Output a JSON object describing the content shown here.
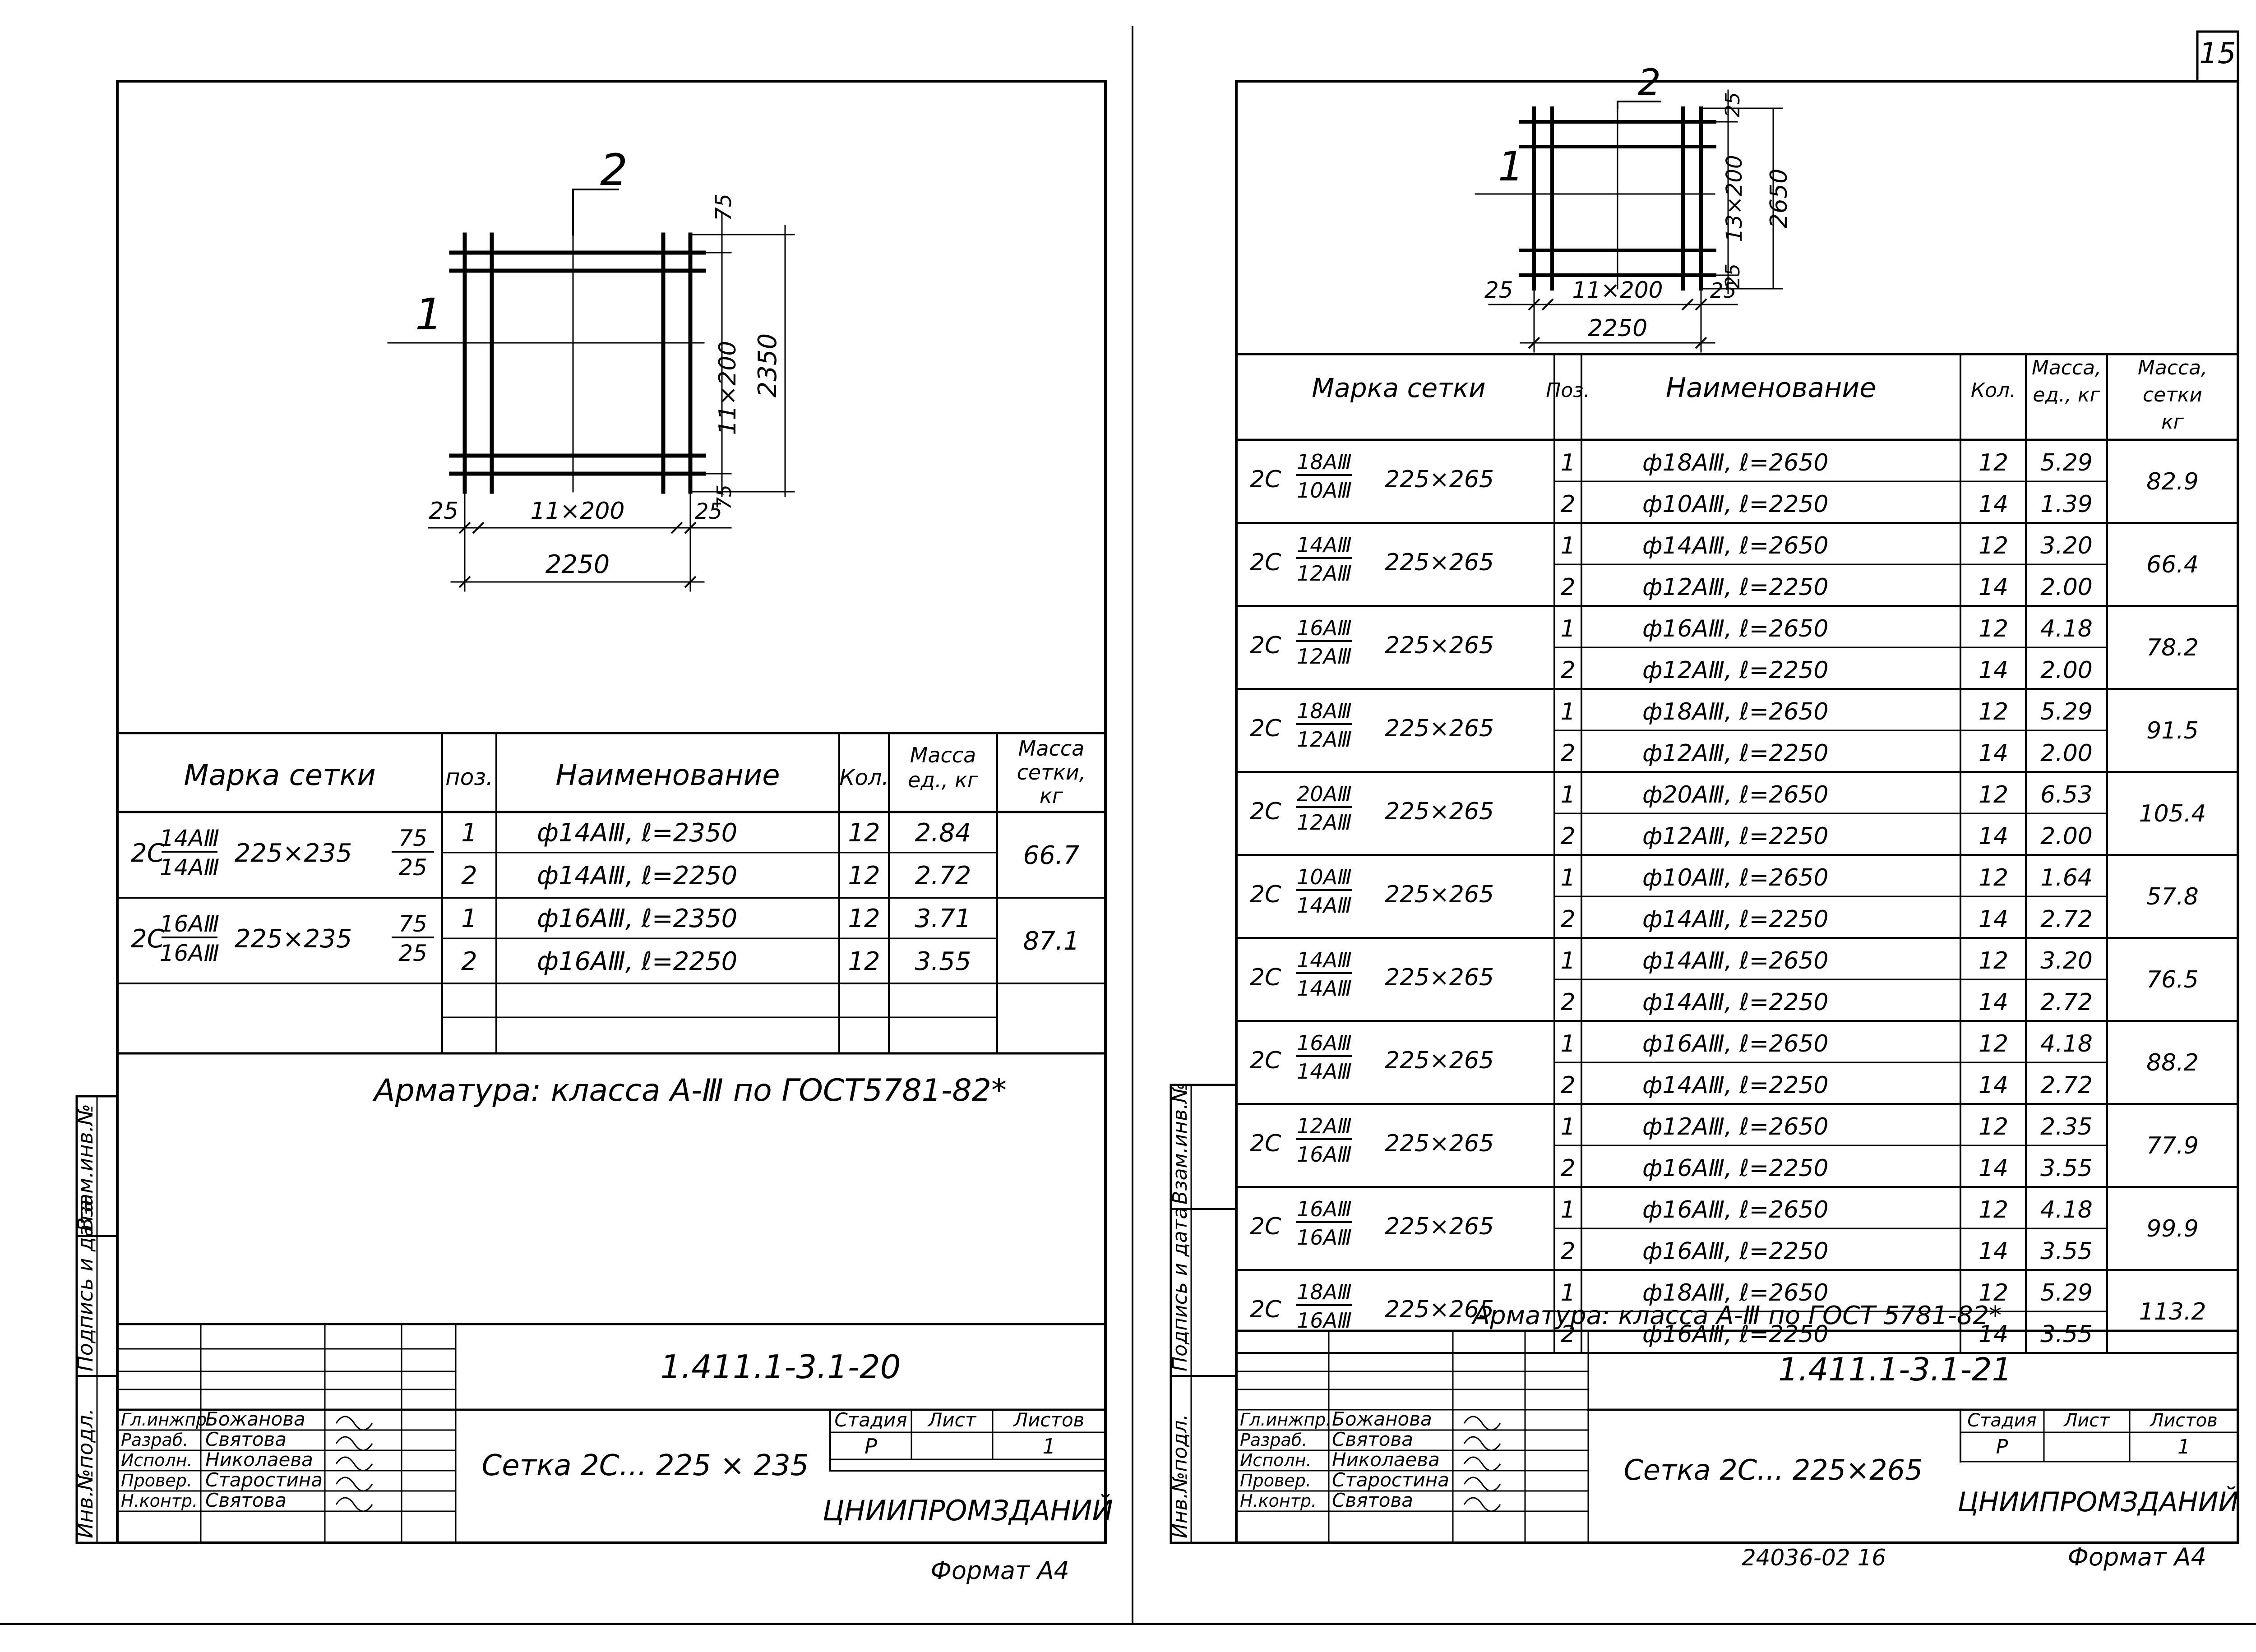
{
  "page_number": "15",
  "left": {
    "diagram": {
      "pos1": "1",
      "pos2": "2",
      "dim_top": "75",
      "dim_spacing_v": "11×200",
      "dim_total_v": "2350",
      "dim_bottom": "75",
      "dim_left": "25",
      "dim_spacing_h": "11×200",
      "dim_right": "25",
      "dim_total_h": "2250"
    },
    "headers": {
      "mark": "Марка сетки",
      "pos": "поз.",
      "name": "Наименование",
      "qty": "Кол.",
      "mass_unit": [
        "Масса",
        "ед., кг"
      ],
      "mass_total": [
        "Масса",
        "сетки,",
        "кг"
      ]
    },
    "rows": [
      {
        "prefix": "2С",
        "top": "14АⅢ",
        "bottom": "14АⅢ",
        "size": "225×235",
        "frac_top": "75",
        "frac_bottom": "25",
        "mass": "66.7",
        "items": [
          {
            "pos": "1",
            "name": "ф14АⅢ, ℓ=2350",
            "qty": "12",
            "unit": "2.84"
          },
          {
            "pos": "2",
            "name": "ф14АⅢ, ℓ=2250",
            "qty": "12",
            "unit": "2.72"
          }
        ]
      },
      {
        "prefix": "2С",
        "top": "16АⅢ",
        "bottom": "16АⅢ",
        "size": "225×235",
        "frac_top": "75",
        "frac_bottom": "25",
        "mass": "87.1",
        "items": [
          {
            "pos": "1",
            "name": "ф16АⅢ, ℓ=2350",
            "qty": "12",
            "unit": "3.71"
          },
          {
            "pos": "2",
            "name": "ф16АⅢ, ℓ=2250",
            "qty": "12",
            "unit": "3.55"
          }
        ]
      }
    ],
    "note": "Арматура: класса А-Ⅲ по ГОСТ5781-82*",
    "code": "1.411.1-3.1-20",
    "title": "Сетка 2С... 225 × 235",
    "sheet": {
      "stage_label": "Стадия",
      "sheet_label": "Лист",
      "sheets_label": "Листов",
      "stage": "Р",
      "sheet": "",
      "sheets": "1"
    },
    "org": "ЦНИИПРОМЗДАНИЙ",
    "format": "Формат А4"
  },
  "right": {
    "diagram": {
      "pos1": "1",
      "pos2": "2",
      "dim_top": "25",
      "dim_spacing_v": "13×200",
      "dim_total_v": "2650",
      "dim_bottom": "25",
      "dim_left": "25",
      "dim_spacing_h": "11×200",
      "dim_right": "25",
      "dim_total_h": "2250"
    },
    "headers": {
      "mark": "Марка сетки",
      "pos": "Поз.",
      "name": "Наименование",
      "qty": "Кол.",
      "mass_unit": [
        "Масса,",
        "ед., кг"
      ],
      "mass_total": [
        "Масса,",
        "сетки",
        "кг"
      ]
    },
    "rows": [
      {
        "prefix": "2С",
        "top": "18АⅢ",
        "bottom": "10АⅢ",
        "size": "225×265",
        "mass": "82.9",
        "items": [
          {
            "pos": "1",
            "name": "ф18АⅢ, ℓ=2650",
            "qty": "12",
            "unit": "5.29"
          },
          {
            "pos": "2",
            "name": "ф10АⅢ, ℓ=2250",
            "qty": "14",
            "unit": "1.39"
          }
        ]
      },
      {
        "prefix": "2С",
        "top": "14АⅢ",
        "bottom": "12АⅢ",
        "size": "225×265",
        "mass": "66.4",
        "items": [
          {
            "pos": "1",
            "name": "ф14АⅢ, ℓ=2650",
            "qty": "12",
            "unit": "3.20"
          },
          {
            "pos": "2",
            "name": "ф12АⅢ, ℓ=2250",
            "qty": "14",
            "unit": "2.00"
          }
        ]
      },
      {
        "prefix": "2С",
        "top": "16АⅢ",
        "bottom": "12АⅢ",
        "size": "225×265",
        "mass": "78.2",
        "items": [
          {
            "pos": "1",
            "name": "ф16АⅢ, ℓ=2650",
            "qty": "12",
            "unit": "4.18"
          },
          {
            "pos": "2",
            "name": "ф12АⅢ, ℓ=2250",
            "qty": "14",
            "unit": "2.00"
          }
        ]
      },
      {
        "prefix": "2С",
        "top": "18АⅢ",
        "bottom": "12АⅢ",
        "size": "225×265",
        "mass": "91.5",
        "items": [
          {
            "pos": "1",
            "name": "ф18АⅢ, ℓ=2650",
            "qty": "12",
            "unit": "5.29"
          },
          {
            "pos": "2",
            "name": "ф12АⅢ, ℓ=2250",
            "qty": "14",
            "unit": "2.00"
          }
        ]
      },
      {
        "prefix": "2С",
        "top": "20АⅢ",
        "bottom": "12АⅢ",
        "size": "225×265",
        "mass": "105.4",
        "items": [
          {
            "pos": "1",
            "name": "ф20АⅢ, ℓ=2650",
            "qty": "12",
            "unit": "6.53"
          },
          {
            "pos": "2",
            "name": "ф12АⅢ, ℓ=2250",
            "qty": "14",
            "unit": "2.00"
          }
        ]
      },
      {
        "prefix": "2С",
        "top": "10АⅢ",
        "bottom": "14АⅢ",
        "size": "225×265",
        "mass": "57.8",
        "items": [
          {
            "pos": "1",
            "name": "ф10АⅢ, ℓ=2650",
            "qty": "12",
            "unit": "1.64"
          },
          {
            "pos": "2",
            "name": "ф14АⅢ, ℓ=2250",
            "qty": "14",
            "unit": "2.72"
          }
        ]
      },
      {
        "prefix": "2С",
        "top": "14АⅢ",
        "bottom": "14АⅢ",
        "size": "225×265",
        "mass": "76.5",
        "items": [
          {
            "pos": "1",
            "name": "ф14АⅢ, ℓ=2650",
            "qty": "12",
            "unit": "3.20"
          },
          {
            "pos": "2",
            "name": "ф14АⅢ, ℓ=2250",
            "qty": "14",
            "unit": "2.72"
          }
        ]
      },
      {
        "prefix": "2С",
        "top": "16АⅢ",
        "bottom": "14АⅢ",
        "size": "225×265",
        "mass": "88.2",
        "items": [
          {
            "pos": "1",
            "name": "ф16АⅢ, ℓ=2650",
            "qty": "12",
            "unit": "4.18"
          },
          {
            "pos": "2",
            "name": "ф14АⅢ, ℓ=2250",
            "qty": "14",
            "unit": "2.72"
          }
        ]
      },
      {
        "prefix": "2С",
        "top": "12АⅢ",
        "bottom": "16АⅢ",
        "size": "225×265",
        "mass": "77.9",
        "items": [
          {
            "pos": "1",
            "name": "ф12АⅢ, ℓ=2650",
            "qty": "12",
            "unit": "2.35"
          },
          {
            "pos": "2",
            "name": "ф16АⅢ, ℓ=2250",
            "qty": "14",
            "unit": "3.55"
          }
        ]
      },
      {
        "prefix": "2С",
        "top": "16АⅢ",
        "bottom": "16АⅢ",
        "size": "225×265",
        "mass": "99.9",
        "items": [
          {
            "pos": "1",
            "name": "ф16АⅢ, ℓ=2650",
            "qty": "12",
            "unit": "4.18"
          },
          {
            "pos": "2",
            "name": "ф16АⅢ, ℓ=2250",
            "qty": "14",
            "unit": "3.55"
          }
        ]
      },
      {
        "prefix": "2С",
        "top": "18АⅢ",
        "bottom": "16АⅢ",
        "size": "225×265",
        "mass": "113.2",
        "items": [
          {
            "pos": "1",
            "name": "ф18АⅢ, ℓ=2650",
            "qty": "12",
            "unit": "5.29"
          },
          {
            "pos": "2",
            "name": "ф16АⅢ, ℓ=2250",
            "qty": "14",
            "unit": "3.55"
          }
        ]
      }
    ],
    "note": "Арматура: класса А-Ⅲ по ГОСТ 5781-82*",
    "code": "1.411.1-3.1-21",
    "title": "Сетка 2С... 225×265",
    "sheet": {
      "stage_label": "Стадия",
      "sheet_label": "Лист",
      "sheets_label": "Листов",
      "stage": "Р",
      "sheet": "",
      "sheets": "1"
    },
    "org": "ЦНИИПРОМЗДАНИЙ",
    "format": "Формат А4",
    "archive_number": "24036-02  16"
  },
  "stamp": {
    "roles": [
      "Гл.инжпр.",
      "Разраб.",
      "Исполн.",
      "Провер.",
      "Н.контр."
    ],
    "names": [
      "Божанова",
      "Святова",
      "Николаева",
      "Старостина",
      "Святова"
    ],
    "side_labels": [
      "Инв.№подл.",
      "Подпись и дата",
      "Взам.инв.№"
    ]
  }
}
